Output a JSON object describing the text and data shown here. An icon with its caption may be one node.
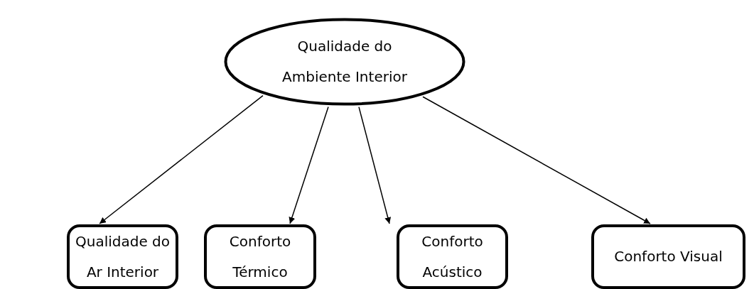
{
  "diagram": {
    "nodes": [
      {
        "text": [
          "Qualidade do Ambiente Interior"
        ]
      },
      {
        "text": [
          "Qualidade do Ar Interior"
        ]
      },
      {
        "text": [
          "Conforto Térmico"
        ]
      },
      {
        "text": [
          "Conforto Acústico"
        ]
      },
      {
        "text": [
          "Conforto Visual"
        ]
      }
    ],
    "edges": [
      {
        "from": 0,
        "to": 1,
        "arrow": "to"
      },
      {
        "from": 0,
        "to": 2,
        "arrow": "to"
      },
      {
        "from": 0,
        "to": 3,
        "arrow": "to"
      },
      {
        "from": 0,
        "to": 4,
        "arrow": "to"
      }
    ]
  }
}
